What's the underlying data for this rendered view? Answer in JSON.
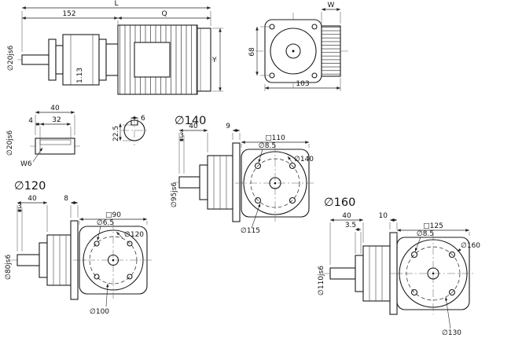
{
  "drawing": {
    "side_view": {
      "dim_overall": "L",
      "dim_gear_len": "152",
      "dim_motor_len": "Q",
      "dim_height": "Y",
      "dim_shaft_dia": "∅20js6",
      "dim_mid": "1.13"
    },
    "rear_view": {
      "dim_width": "W",
      "dim_68": "68",
      "dim_103": "103"
    },
    "shaft_detail": {
      "dim_40": "40",
      "dim_4": "4",
      "dim_32": "32",
      "dim_dia": "∅20js6",
      "key_label": "W6"
    },
    "key_section": {
      "dim_depth": "22.5",
      "dim_width": "6"
    },
    "flange_140": {
      "title": "∅140",
      "dim_3": "3",
      "dim_40": "40",
      "dim_9": "9",
      "dim_square": "□110",
      "dim_bolt_hole": "∅8.5",
      "dim_spigot": "∅95js6",
      "dim_outer": "∅140",
      "dim_bolt_circle": "∅115"
    },
    "flange_120": {
      "title": "∅120",
      "dim_40": "40",
      "dim_8": "8",
      "dim_3": "3",
      "dim_square": "□90",
      "dim_bolt_hole": "∅6.5",
      "dim_spigot": "∅80js6",
      "dim_outer": "∅120",
      "dim_bolt_circle": "∅100"
    },
    "flange_160": {
      "title": "∅160",
      "dim_40": "40",
      "dim_10": "10",
      "dim_35": "3.5",
      "dim_square": "□125",
      "dim_bolt_hole": "∅8.5",
      "dim_spigot": "∅110js6",
      "dim_outer": "∅160",
      "dim_bolt_circle": "∅130"
    }
  }
}
